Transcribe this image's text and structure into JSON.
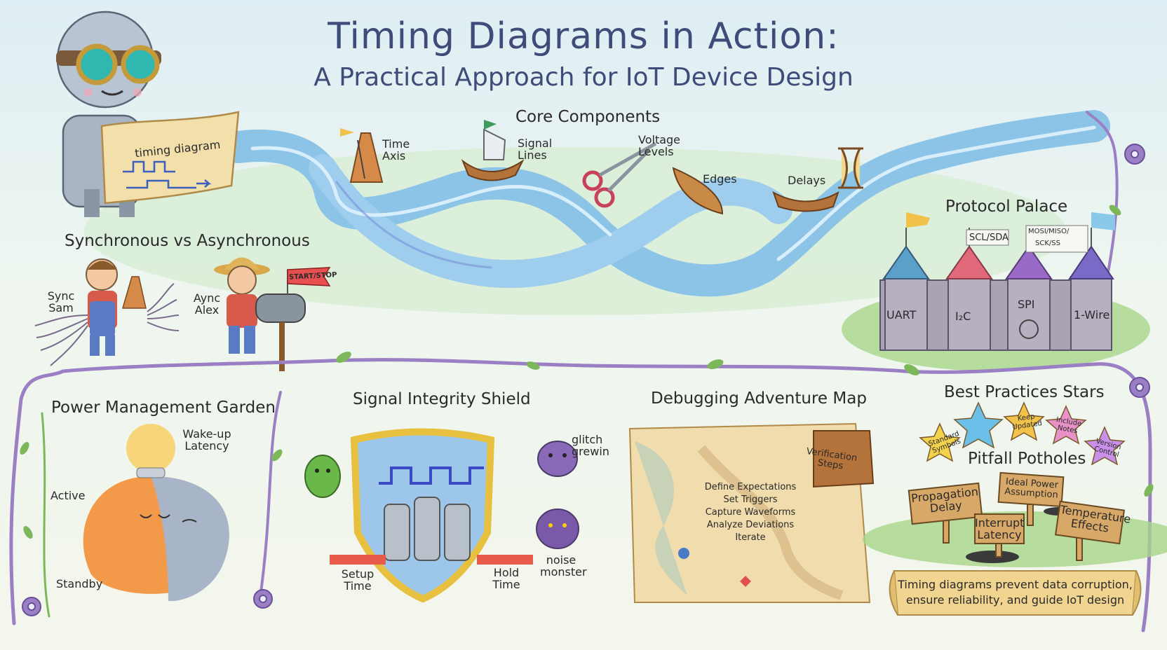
{
  "title": {
    "line1": "Timing Diagrams in Action:",
    "line2": "A Practical Approach for IoT Device Design"
  },
  "robot": {
    "scroll_label": "timing diagram"
  },
  "core_components": {
    "heading": "Core Components",
    "items": [
      "Time Axis",
      "Signal Lines",
      "Voltage Levels",
      "Edges",
      "Delays"
    ]
  },
  "sync_async": {
    "heading": "Synchronous vs Asynchronous",
    "sync_name": "Sync Sam",
    "async_name": "Aync Alex",
    "flag": "START/STOP"
  },
  "protocol_palace": {
    "heading": "Protocol Palace",
    "towers": [
      "UART",
      "I₂C",
      "SPI",
      "1-Wire"
    ],
    "flags": [
      "SCL/SDA",
      "MOSI/MISO/",
      "SCK/SS"
    ]
  },
  "power_garden": {
    "heading": "Power Management Garden",
    "wake": "Wake-up Latency",
    "active": "Active",
    "standby": "Standby"
  },
  "signal_shield": {
    "heading": "Signal Integrity Shield",
    "glitch": "glitch grewin",
    "noise": "noise monster",
    "setup": "Setup Time",
    "hold": "Hold Time"
  },
  "debug_map": {
    "heading": "Debugging Adventure Map",
    "chest": "Verification Steps",
    "steps": [
      "Define Expectations",
      "Set Triggers",
      "Capture Waveforms",
      "Analyze Deviations",
      "Iterate"
    ]
  },
  "best_practices": {
    "heading": "Best Practices Stars",
    "stars": [
      "Standard Symbols",
      "Keep Updated",
      "Include Notes",
      "Version Control"
    ]
  },
  "pitfalls": {
    "heading": "Pitfall Potholes",
    "signs": [
      "Propagation Delay",
      "Ideal Power Assumption",
      "Interrupt Latency",
      "Temperature Effects"
    ]
  },
  "banner": {
    "line1": "Timing diagrams prevent data corruption,",
    "line2": "ensure reliability, and guide IoT design"
  },
  "colors": {
    "title": "#3f4b78",
    "river": "#8cc4e8",
    "vine": "#9b7fc4",
    "leaf": "#7cb85a"
  }
}
